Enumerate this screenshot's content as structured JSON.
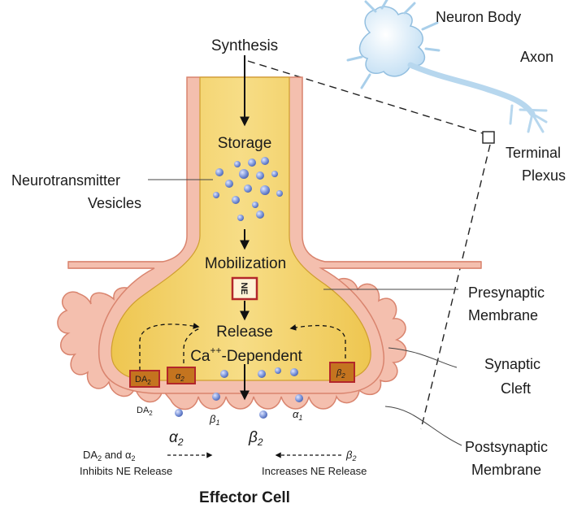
{
  "labels": {
    "synthesis": "Synthesis",
    "storage": "Storage",
    "vesicles_line1": "Neurotransmitter",
    "vesicles_line2": "Vesicles",
    "mobilization": "Mobilization",
    "ne_box": "NE",
    "release": "Release",
    "ca_prefix": "Ca",
    "ca_superscript": "++",
    "ca_suffix": "-Dependent",
    "neuron_body": "Neuron Body",
    "axon": "Axon",
    "terminal_line1": "Terminal",
    "terminal_line2": "Plexus",
    "presynaptic_line1": "Presynaptic",
    "presynaptic_line2": "Membrane",
    "cleft_line1": "Synaptic",
    "cleft_line2": "Cleft",
    "postsynaptic_line1": "Postsynaptic",
    "postsynaptic_line2": "Membrane",
    "effector_cell": "Effector Cell"
  },
  "presynaptic_receptors": {
    "da2": "DA",
    "da2_sub": "2",
    "alpha2": "α",
    "alpha2_sub": "2",
    "beta2": "β",
    "beta2_sub": "2"
  },
  "postsynaptic_receptors": {
    "da2": "DA",
    "da2_sub": "2",
    "beta1": "β",
    "beta1_sub": "1",
    "alpha1": "α",
    "alpha1_sub": "1"
  },
  "bottom": {
    "alpha2": "α",
    "alpha2_sub": "2",
    "beta2": "β",
    "beta2_sub": "2",
    "left_line1_prefix": "DA",
    "left_line1_sub": "2",
    "left_line1_mid": " and α",
    "left_line1_sub2": "2",
    "left_line2": "Inhibits NE Release",
    "right_beta": "β",
    "right_beta_sub": "2",
    "right_line2": "Increases NE Release"
  },
  "colors": {
    "axon_outer": "#f4bfae",
    "axon_outline": "#d9846e",
    "terminal_fill": "#f2d067",
    "vesicle": "#7d96da",
    "receptor_box": "#c4741f",
    "ne_border": "#b3262a",
    "neuron": "#cfe6f7"
  }
}
